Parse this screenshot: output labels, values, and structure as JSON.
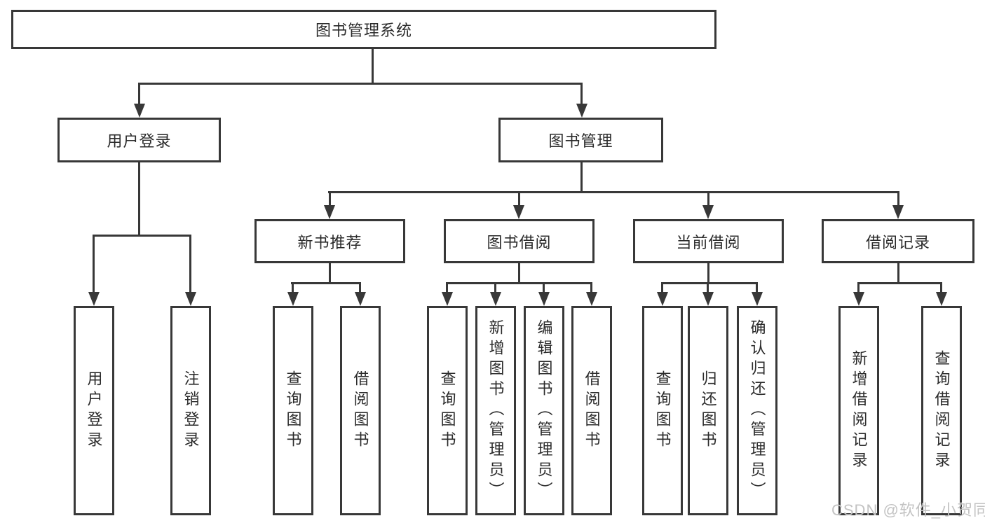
{
  "diagram": {
    "root": "图书管理系统",
    "level2": {
      "user_login": "用户登录",
      "book_mgmt": "图书管理"
    },
    "level3": {
      "new_book": "新书推荐",
      "book_borrow": "图书借阅",
      "current_borrow": "当前借阅",
      "borrow_record": "借阅记录"
    },
    "leaves_user_login": [
      "用户登录",
      "注销登录"
    ],
    "leaves_new_book": [
      "查询图书",
      "借阅图书"
    ],
    "leaves_book_borrow": [
      "查询图书",
      "新增图书（管理员）",
      "编辑图书（管理员）",
      "借阅图书"
    ],
    "leaves_current_borrow": [
      "查询图书",
      "归还图书",
      "确认归还（管理员）"
    ],
    "leaves_borrow_record": [
      "新增借阅记录",
      "查询借阅记录"
    ]
  },
  "watermark": {
    "text": "CSDN @软件_小贺同学"
  },
  "colors": {
    "line": "#383838",
    "text": "#2b2b2b",
    "background": "#ffffff",
    "watermark": "#c3c3c3"
  }
}
